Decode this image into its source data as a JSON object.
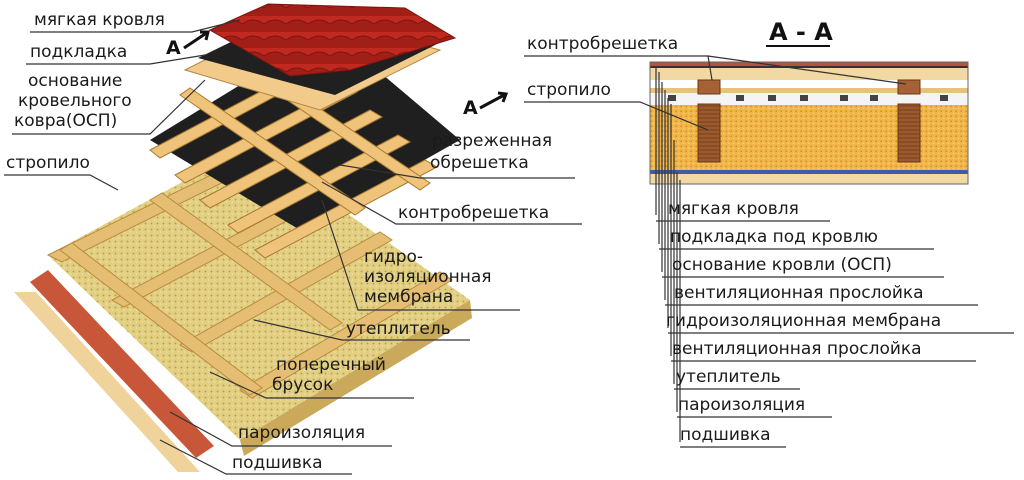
{
  "left_labels": {
    "soft_roof": "мягкая кровля",
    "underlay": "подкладка",
    "base_line1": "основание",
    "base_line2": "кровельного",
    "base_line3": "ковра(ОСП)",
    "rafter": "стропило",
    "sparse_batten_line1": "разреженная",
    "sparse_batten_line2": "обрешетка",
    "counter_batten": "контробрешетка",
    "membrane_line1": "гидро-",
    "membrane_line2": "изоляционная",
    "membrane_line3": "мембрана",
    "insulation": "утеплитель",
    "cross_bar_line1": "поперечный",
    "cross_bar_line2": "брусок",
    "vapor_barrier": "пароизоляция",
    "lining": "подшивка"
  },
  "section_marks": {
    "top": "А",
    "right": "А"
  },
  "section": {
    "title": "А - А",
    "counter_batten": "контробрешетка",
    "rafter": "стропило",
    "layers": [
      "мягкая кровля",
      "подкладка под кровлю",
      "основание кровли (ОСП)",
      "вентиляционная прослойка",
      "гидроизоляционная мембрана",
      "вентиляционная прослойка",
      "утеплитель",
      "пароизоляция",
      "подшивка"
    ]
  },
  "colors": {
    "shingle": "#c0291f",
    "felt": "#222222",
    "wood": "#e8c27a",
    "insulation": "#dcc97a",
    "vapor": "#c8573a",
    "lining": "#efd39a",
    "membrane": "#3f5bb0"
  }
}
